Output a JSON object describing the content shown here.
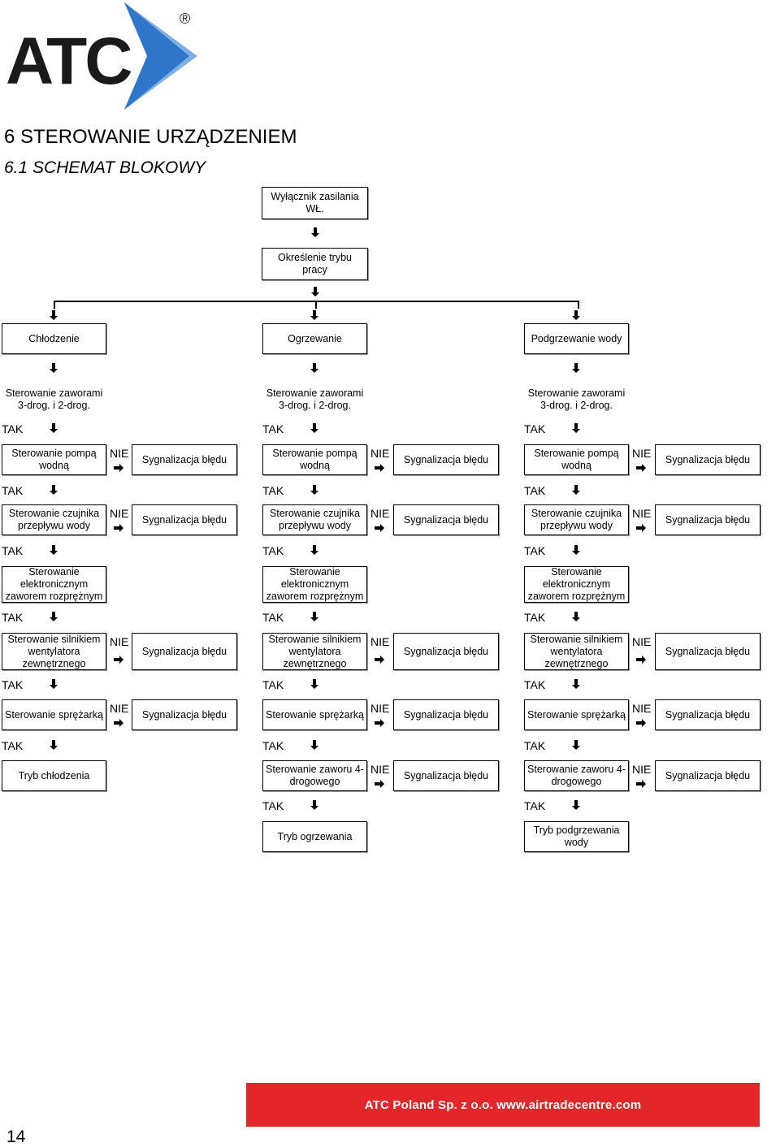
{
  "logo": {
    "text": "ATC",
    "registered": "®"
  },
  "heading": {
    "chapter": "6  STEROWANIE URZĄDZENIEM",
    "section": "6.1  SCHEMAT BLOKOWY"
  },
  "flow": {
    "power_on": "Wyłącznik zasilania WŁ.",
    "mode_select": "Określenie trybu pracy",
    "modes": [
      "Chłodzenie",
      "Ogrzewanie",
      "Podgrzewanie wody"
    ],
    "valves": "Sterowanie zaworami 3-drog. i 2-drog.",
    "pump": "Sterowanie pompą wodną",
    "flow_sensor": "Sterowanie czujnika przepływu wody",
    "exp_valve": "Sterowanie elektronicznym zaworem rozprężnym",
    "fan_motor": "Sterowanie silnikiem wentylatora zewnętrznego",
    "compressor": "Sterowanie sprężarką",
    "four_way": "Sterowanie zaworu 4-drogowego",
    "error": "Sygnalizacja błędu",
    "yes": "TAK",
    "no": "NIE",
    "end_cooling": "Tryb chłodzenia",
    "end_heating": "Tryb ogrzewania",
    "end_water": "Tryb podgrzewania wody"
  },
  "footer": {
    "company": "ATC Poland Sp. z o.o. www.airtradecentre.com",
    "page": "14"
  },
  "colors": {
    "brand_blue": "#2f75c9",
    "brand_light_blue": "#7fb0e6",
    "footer_red": "#e3262a"
  }
}
